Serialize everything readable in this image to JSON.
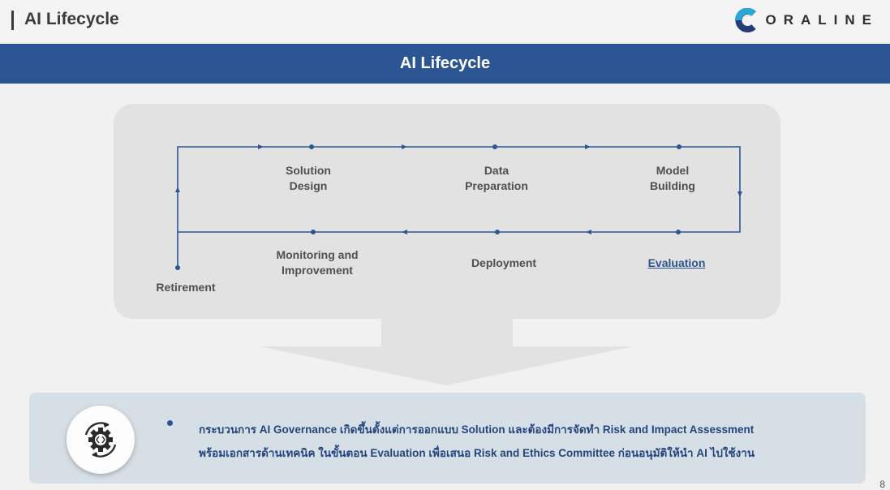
{
  "header": {
    "title": "AI Lifecycle",
    "logo_text": "ORALINE"
  },
  "banner": {
    "title": "AI Lifecycle"
  },
  "lifecycle": {
    "steps": {
      "solution_design": "Solution\nDesign",
      "data_preparation": "Data\nPreparation",
      "model_building": "Model\nBuilding",
      "evaluation": "Evaluation",
      "deployment": "Deployment",
      "monitoring": "Monitoring and\nImprovement",
      "retirement": "Retirement"
    }
  },
  "info": {
    "line1": "กระบวนการ AI Governance เกิดขึ้นตั้งแต่การออกแบบ Solution และต้องมีการจัดทำ Risk and Impact Assessment",
    "line2": "พร้อมเอกสารด้านเทคนิค ในขั้นตอน Evaluation เพื่อเสนอ Risk and Ethics Committee ก่อนอนุมัติให้นำ AI ไปใช้งาน"
  },
  "page_number": "8",
  "colors": {
    "brand_blue": "#2c5593",
    "logo_cyan": "#2aa7d6",
    "logo_navy": "#233d78"
  }
}
